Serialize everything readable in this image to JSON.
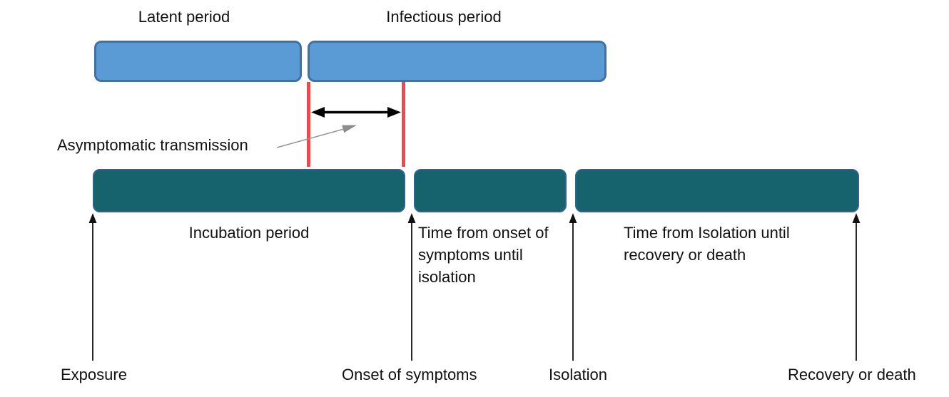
{
  "diagram": {
    "top_row": {
      "bars": [
        {
          "label": "Latent period"
        },
        {
          "label": "Infectious period"
        }
      ]
    },
    "annotation": {
      "label": "Asymptomatic transmission"
    },
    "bottom_row": {
      "bars": [
        {
          "label": "Incubation period"
        },
        {
          "label": "Time from onset of symptoms until isolation"
        },
        {
          "label": "Time from Isolation until recovery or death"
        }
      ]
    },
    "events": [
      {
        "label": "Exposure"
      },
      {
        "label": "Onset of symptoms"
      },
      {
        "label": "Isolation"
      },
      {
        "label": "Recovery or death"
      }
    ],
    "colors": {
      "period_bar_fill": "#5B9BD5",
      "period_bar_border": "#41719C",
      "interval_bar_fill": "#16626D",
      "interval_bar_border": "#33638C",
      "onset_marker_line": "#F0474D",
      "range_arrow": "#000000",
      "annotation_arrow": "#969696",
      "event_arrow": "#111111",
      "text": "#111111",
      "background": "#FFFFFF"
    }
  }
}
